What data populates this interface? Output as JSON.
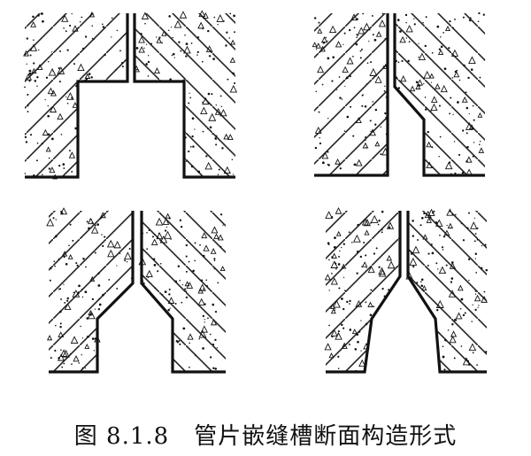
{
  "caption": {
    "figure_number": "图 8.1.8",
    "title": "管片嵌缝槽断面构造形式"
  },
  "panels": [
    {
      "name": "rectangular-groove"
    },
    {
      "name": "stepped-groove"
    },
    {
      "name": "dovetail-groove"
    },
    {
      "name": "inclined-dovetail-groove"
    }
  ],
  "colors": {
    "ink": "#111111",
    "paper": "#ffffff"
  }
}
